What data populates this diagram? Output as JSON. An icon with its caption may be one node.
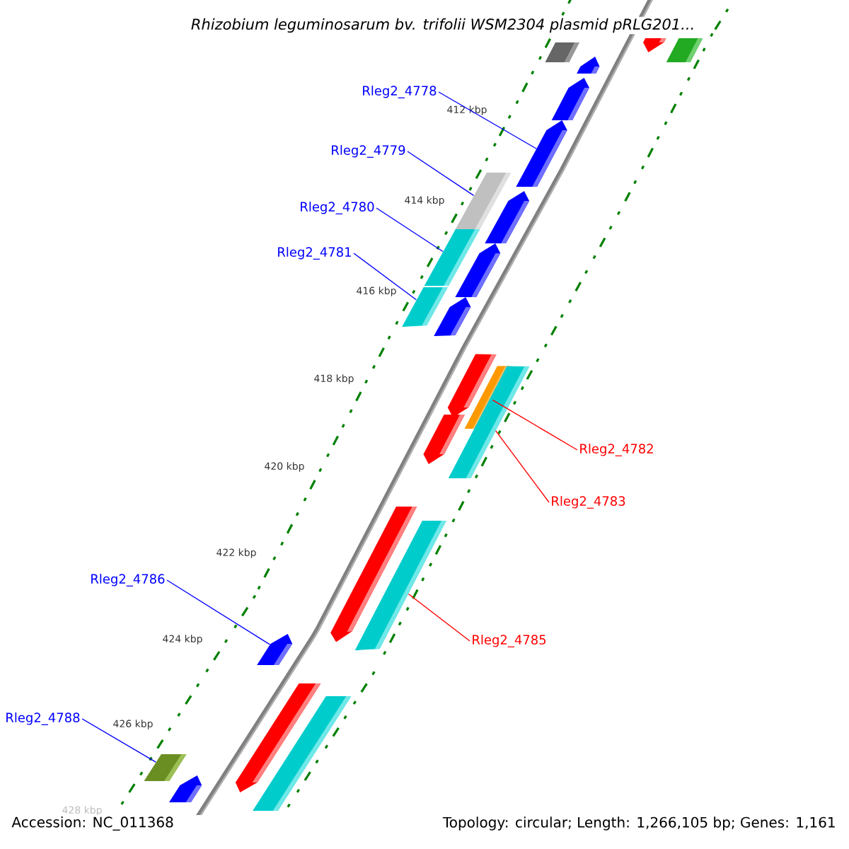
{
  "diagram": {
    "title": "Rhizobium leguminosarum bv. trifolii WSM2304 plasmid pRLG201...",
    "nodes": [
      {
        "text": [
          "Rleg2_4778"
        ]
      },
      {
        "text": [],
        "shape": "pentagon"
      },
      {
        "text": [
          "Rleg2_4779"
        ]
      },
      {
        "text": [],
        "shape": "bar"
      },
      {
        "text": [
          "Rleg2_4780"
        ]
      },
      {
        "text": [],
        "shape": "bar"
      },
      {
        "text": [
          "Rleg2_4781"
        ]
      },
      {
        "text": [],
        "shape": "bar"
      },
      {
        "text": [
          "Rleg2_4782"
        ]
      },
      {
        "text": [],
        "shape": "bar"
      },
      {
        "text": [
          "Rleg2_4783"
        ]
      },
      {
        "text": [],
        "shape": "bar"
      },
      {
        "text": [
          "Rleg2_4785"
        ]
      },
      {
        "text": [],
        "shape": "bar"
      },
      {
        "text": [
          "Rleg2_4786"
        ]
      },
      {
        "text": [],
        "shape": "pentagon"
      },
      {
        "text": [
          "Rleg2_4788"
        ]
      },
      {
        "text": [],
        "shape": "bar"
      },
      {
        "text": [],
        "shape": "pentagon"
      },
      {
        "text": [],
        "shape": "bar"
      },
      {
        "text": [],
        "shape": "bar"
      },
      {
        "text": [],
        "shape": "pentagon"
      },
      {
        "text": [],
        "shape": "pentagon"
      },
      {
        "text": [],
        "shape": "pentagon"
      },
      {
        "text": [],
        "shape": "pentagon"
      },
      {
        "text": [],
        "shape": "pentagon"
      },
      {
        "text": [],
        "shape": "pentagon"
      },
      {
        "text": [],
        "shape": "pentagon"
      },
      {
        "text": [],
        "shape": "pentagon"
      },
      {
        "text": [],
        "shape": "pentagon"
      },
      {
        "text": [],
        "shape": "bar"
      },
      {
        "text": [],
        "shape": "pentagon"
      }
    ],
    "edges": [
      {
        "from": 0,
        "to": 1,
        "arrow": "none"
      },
      {
        "from": 2,
        "to": 3,
        "arrow": "none"
      },
      {
        "from": 4,
        "to": 5,
        "arrow": "none"
      },
      {
        "from": 6,
        "to": 7,
        "arrow": "none"
      },
      {
        "from": 8,
        "to": 9,
        "arrow": "none",
        "color": "#ff0000"
      },
      {
        "from": 10,
        "to": 11,
        "arrow": "none",
        "color": "#ff0000"
      },
      {
        "from": 12,
        "to": 13,
        "arrow": "none",
        "color": "#ff0000"
      },
      {
        "from": 14,
        "to": 15,
        "arrow": "none"
      },
      {
        "from": 16,
        "to": 17,
        "arrow": "none"
      }
    ],
    "labels": [
      "412 kbp",
      "414 kbp",
      "416 kbp",
      "418 kbp",
      "420 kbp",
      "422 kbp",
      "424 kbp",
      "426 kbp",
      "428 kbp",
      "Accession: NC_011368",
      "Topology: circular; Length: 1,266,105 bp; Genes: 1,161"
    ]
  }
}
